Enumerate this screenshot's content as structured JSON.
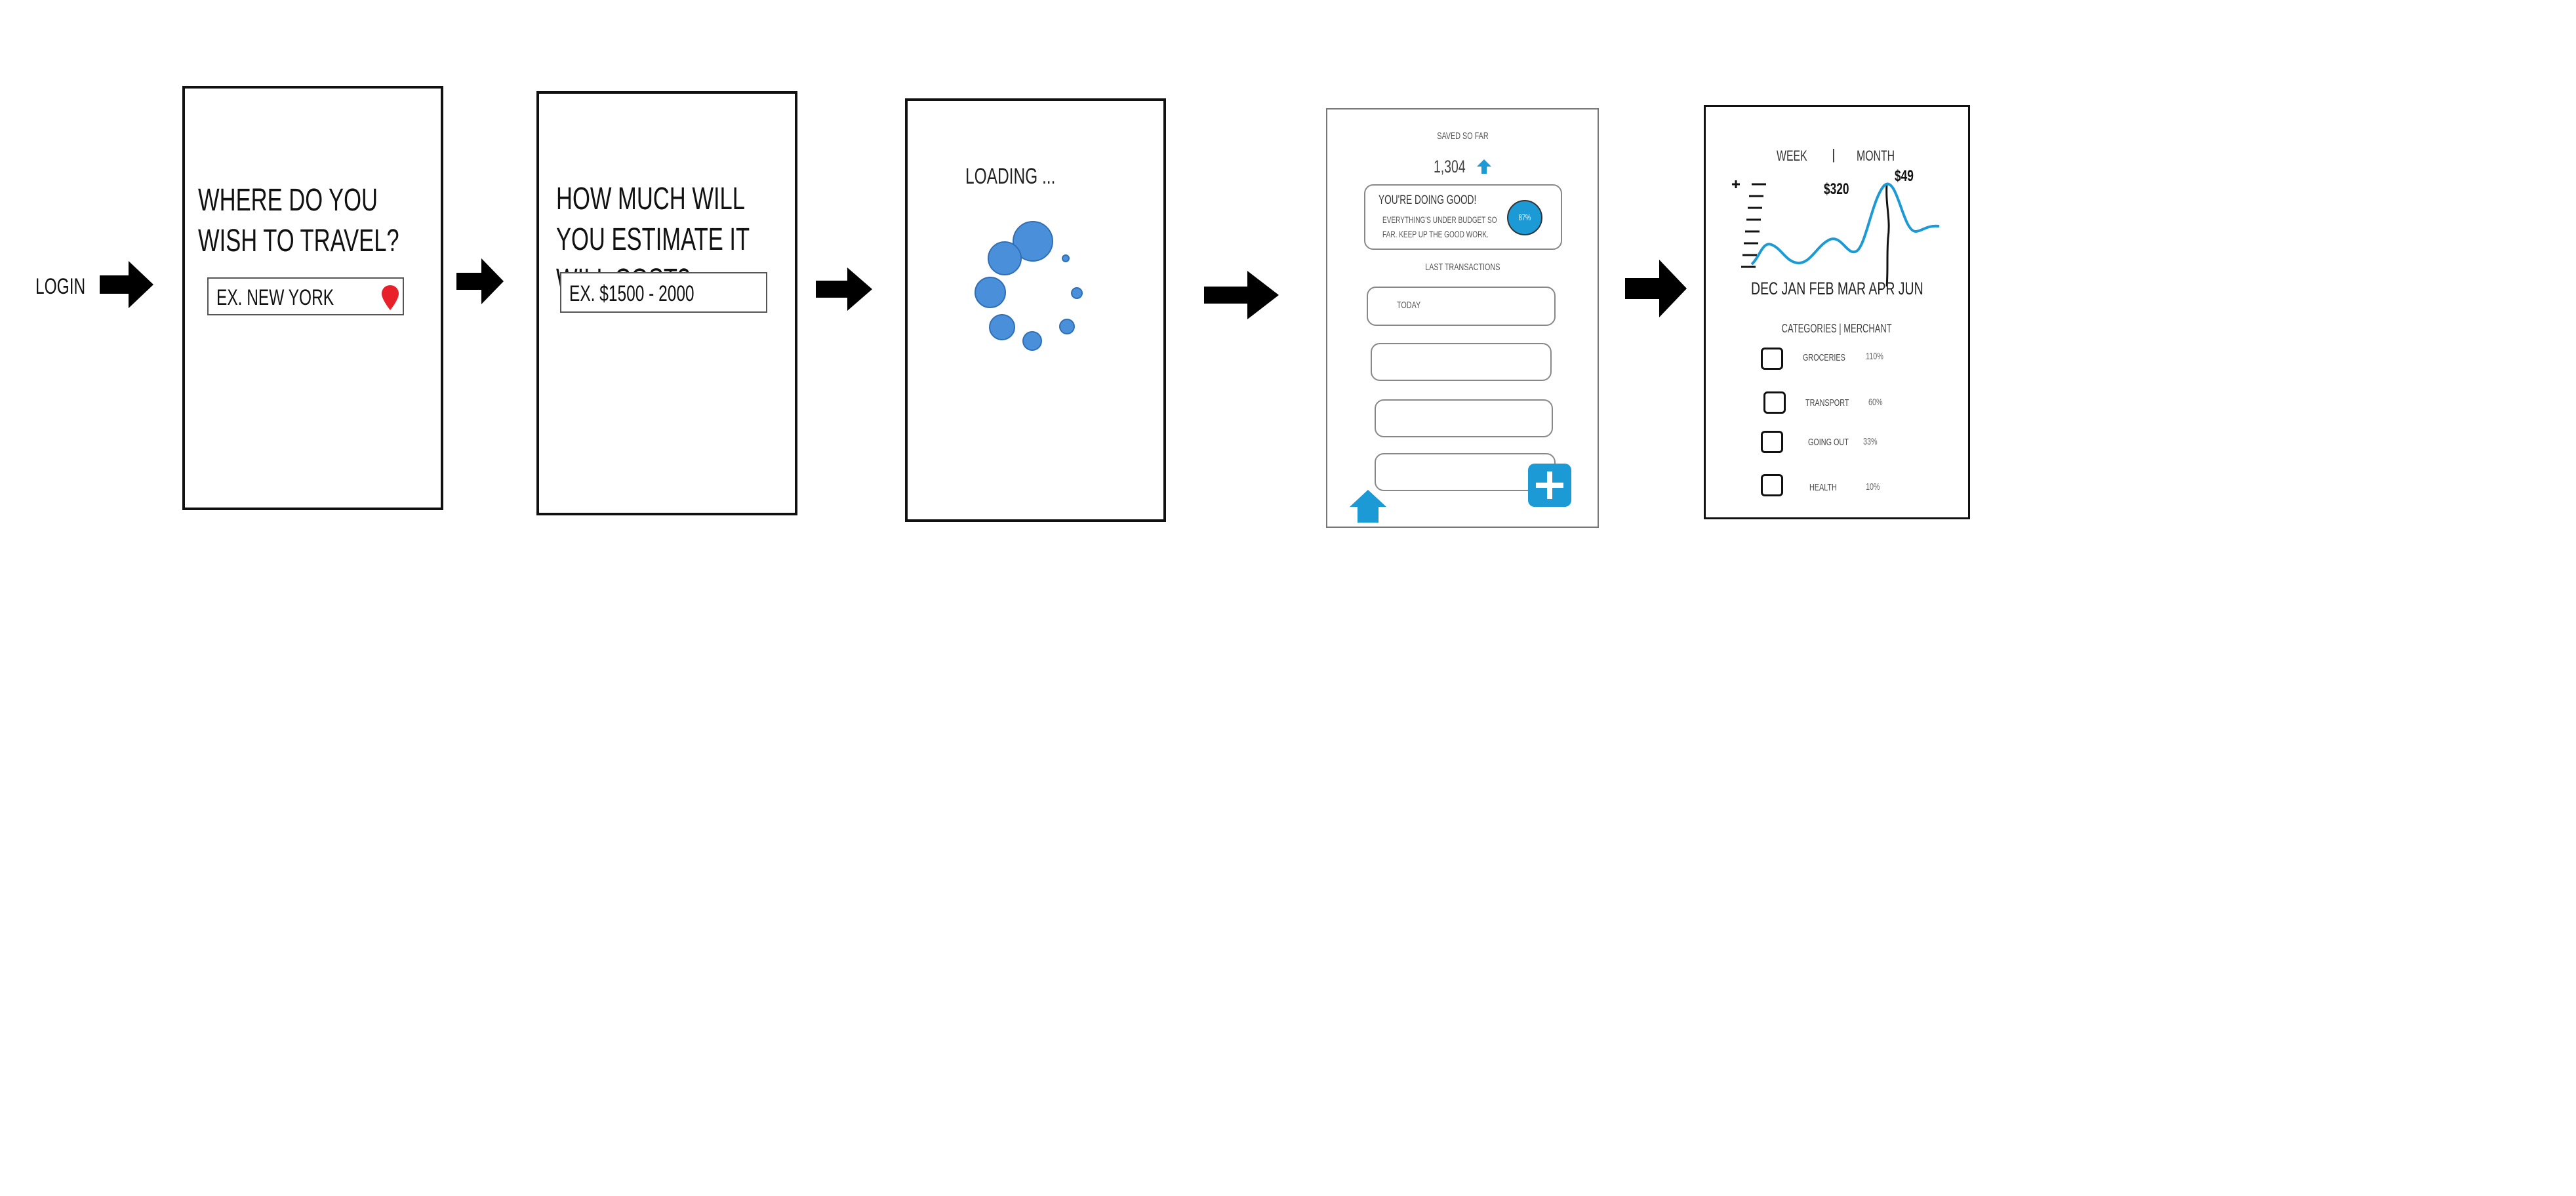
{
  "flow": {
    "login_label": "LOGIN"
  },
  "screen_destination": {
    "question": "WHERE DO YOU WISH TO TRAVEL?",
    "input_placeholder": "EX. NEW YORK",
    "pin_icon": "map-pin-icon",
    "pin_color": "#e8202a"
  },
  "screen_cost": {
    "question": "HOW MUCH WILL YOU ESTIMATE IT WILL COST?",
    "input_placeholder": "EX. $1500 - 2000"
  },
  "screen_loading": {
    "label": "LOADING ...",
    "spinner_icon": "loading-spinner-icon",
    "spinner_color": "#4a8fd9"
  },
  "screen_dashboard": {
    "saved_label": "SAVED SO FAR",
    "saved_amount": "1,304",
    "trend_icon": "up-arrow-icon",
    "status_title": "YOU'RE DOING GOOD!",
    "status_body_line1": "EVERYTHING'S UNDER BUDGET SO",
    "status_body_line2": "FAR. KEEP UP THE GOOD WORK.",
    "status_percent": "87%",
    "transactions_label": "LAST TRANSACTIONS",
    "transactions": [
      "TODAY",
      "",
      "",
      ""
    ],
    "add_icon": "plus-icon",
    "home_icon": "home-icon",
    "accent_color": "#1b9ad6"
  },
  "screen_stats": {
    "tab_week": "WEEK",
    "tab_separator": "|",
    "tab_month": "MONTH",
    "value_label": "$320",
    "peak_label": "$49",
    "months": [
      "DEC",
      "JAN",
      "FEB",
      "MAR",
      "APR",
      "JUN"
    ],
    "categories_header": "CATEGORIES | MERCHANT",
    "categories": [
      {
        "name": "GROCERIES",
        "percent": "110%"
      },
      {
        "name": "TRANSPORT",
        "percent": "60%"
      },
      {
        "name": "GOING OUT",
        "percent": "33%"
      },
      {
        "name": "HEALTH",
        "percent": "10%"
      }
    ],
    "line_color": "#1b9ad6"
  }
}
